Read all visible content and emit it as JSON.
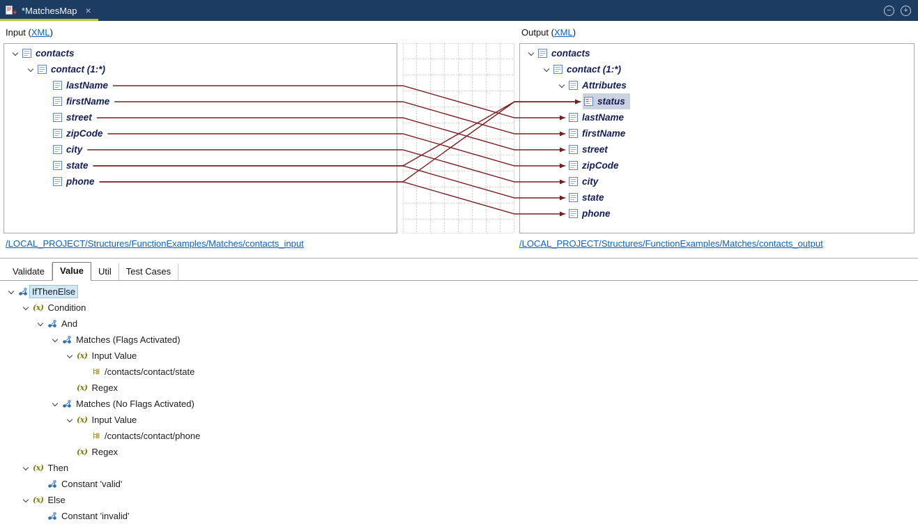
{
  "colors": {
    "titlebar_bg": "#1d3c61",
    "active_tab_accent": "#b6c832",
    "connection_line": "#7b1d1d",
    "link": "#0a63c2",
    "map_selection_bg": "#ccd3de",
    "function_selection_bg": "#cfe8fb"
  },
  "icons": {
    "variable_glyph": "(x)"
  },
  "titlebar": {
    "tab_title": "*MatchesMap",
    "close_label": "×",
    "collapse_label": "−",
    "expand_label": "+"
  },
  "mapping": {
    "input_caption": {
      "prefix": "Input (",
      "link": "XML",
      "suffix": ")"
    },
    "output_caption": {
      "prefix": "Output (",
      "link": "XML",
      "suffix": ")"
    },
    "input_path_link": "/LOCAL_PROJECT/Structures/FunctionExamples/Matches/contacts_input",
    "output_path_link": "/LOCAL_PROJECT/Structures/FunctionExamples/Matches/contacts_output",
    "left_tree": [
      {
        "label": "contacts",
        "depth": 0,
        "icon": "elem",
        "chevron": true
      },
      {
        "label": "contact (1:*)",
        "depth": 1,
        "icon": "elem",
        "chevron": true
      },
      {
        "label": "lastName",
        "depth": 2,
        "icon": "elem",
        "chevron": false
      },
      {
        "label": "firstName",
        "depth": 2,
        "icon": "elem",
        "chevron": false
      },
      {
        "label": "street",
        "depth": 2,
        "icon": "elem",
        "chevron": false
      },
      {
        "label": "zipCode",
        "depth": 2,
        "icon": "elem",
        "chevron": false
      },
      {
        "label": "city",
        "depth": 2,
        "icon": "elem",
        "chevron": false
      },
      {
        "label": "state",
        "depth": 2,
        "icon": "elem",
        "chevron": false
      },
      {
        "label": "phone",
        "depth": 2,
        "icon": "elem",
        "chevron": false
      }
    ],
    "right_tree": [
      {
        "label": "contacts",
        "depth": 0,
        "icon": "elem",
        "chevron": true
      },
      {
        "label": "contact (1:*)",
        "depth": 1,
        "icon": "elem",
        "chevron": true
      },
      {
        "label": "Attributes",
        "depth": 2,
        "icon": "elem",
        "chevron": true
      },
      {
        "label": "status",
        "depth": 3,
        "icon": "attr",
        "chevron": false,
        "selected": true
      },
      {
        "label": "lastName",
        "depth": 2,
        "icon": "elem",
        "chevron": false
      },
      {
        "label": "firstName",
        "depth": 2,
        "icon": "elem",
        "chevron": false
      },
      {
        "label": "street",
        "depth": 2,
        "icon": "elem",
        "chevron": false
      },
      {
        "label": "zipCode",
        "depth": 2,
        "icon": "elem",
        "chevron": false
      },
      {
        "label": "city",
        "depth": 2,
        "icon": "elem",
        "chevron": false
      },
      {
        "label": "state",
        "depth": 2,
        "icon": "elem",
        "chevron": false
      },
      {
        "label": "phone",
        "depth": 2,
        "icon": "elem",
        "chevron": false
      }
    ],
    "connections": [
      {
        "from_field": "lastName",
        "from": 2,
        "to_field": "lastName",
        "to": 4
      },
      {
        "from_field": "firstName",
        "from": 3,
        "to_field": "firstName",
        "to": 5
      },
      {
        "from_field": "street",
        "from": 4,
        "to_field": "street",
        "to": 6
      },
      {
        "from_field": "zipCode",
        "from": 5,
        "to_field": "zipCode",
        "to": 7
      },
      {
        "from_field": "city",
        "from": 6,
        "to_field": "city",
        "to": 8
      },
      {
        "from_field": "state",
        "from": 7,
        "to_field": "state",
        "to": 9
      },
      {
        "from_field": "phone",
        "from": 8,
        "to_field": "phone",
        "to": 10
      },
      {
        "from_field": "state",
        "from": 7,
        "to_field": "status",
        "to": 3
      },
      {
        "from_field": "phone",
        "from": 8,
        "to_field": "status",
        "to": 3
      }
    ]
  },
  "bottom": {
    "tabs": [
      {
        "label": "Validate",
        "active": false
      },
      {
        "label": "Value",
        "active": true
      },
      {
        "label": "Util",
        "active": false
      },
      {
        "label": "Test Cases",
        "active": false
      }
    ],
    "function_tree": [
      {
        "label": "IfThenElse",
        "depth": 0,
        "icon": "func",
        "chevron": true,
        "selected": true
      },
      {
        "label": "Condition",
        "depth": 1,
        "icon": "xvar",
        "chevron": true
      },
      {
        "label": "And",
        "depth": 2,
        "icon": "func",
        "chevron": true
      },
      {
        "label": "Matches (Flags Activated)",
        "depth": 3,
        "icon": "func",
        "chevron": true
      },
      {
        "label": "Input Value",
        "depth": 4,
        "icon": "xvar",
        "chevron": true
      },
      {
        "label": "/contacts/contact/state",
        "depth": 5,
        "icon": "node",
        "chevron": false
      },
      {
        "label": "Regex",
        "depth": 4,
        "icon": "xvar",
        "chevron": false
      },
      {
        "label": "Matches (No Flags Activated)",
        "depth": 3,
        "icon": "func",
        "chevron": true
      },
      {
        "label": "Input Value",
        "depth": 4,
        "icon": "xvar",
        "chevron": true
      },
      {
        "label": "/contacts/contact/phone",
        "depth": 5,
        "icon": "node",
        "chevron": false
      },
      {
        "label": "Regex",
        "depth": 4,
        "icon": "xvar",
        "chevron": false
      },
      {
        "label": "Then",
        "depth": 1,
        "icon": "xvar",
        "chevron": true
      },
      {
        "label": "Constant 'valid'",
        "depth": 2,
        "icon": "func",
        "chevron": false
      },
      {
        "label": "Else",
        "depth": 1,
        "icon": "xvar",
        "chevron": true
      },
      {
        "label": "Constant 'invalid'",
        "depth": 2,
        "icon": "func",
        "chevron": false
      }
    ]
  }
}
